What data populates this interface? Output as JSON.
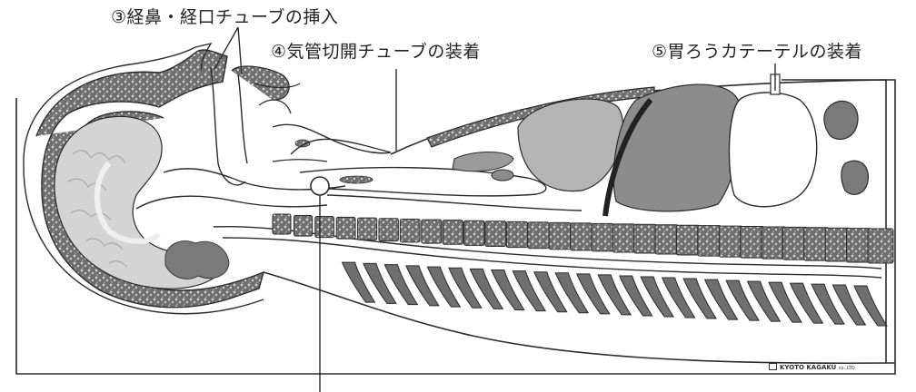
{
  "callouts": {
    "c3": "③経鼻・経口チューブの挿入",
    "c4": "④気管切開チューブの装着",
    "c5": "⑤胃ろうカテーテルの装着"
  },
  "brand": {
    "name": "KYOTO KAGAKU",
    "suffix": "co.,LTD"
  },
  "colors": {
    "outline": "#2b2b2b",
    "bone_pattern": "#8a8a8a",
    "soft_tissue": "#ffffff",
    "organ_light": "#b5b5b5",
    "organ_dark": "#8c8c8c",
    "brain": "#d4d4d4",
    "cerebellum": "#7a7a7a"
  }
}
